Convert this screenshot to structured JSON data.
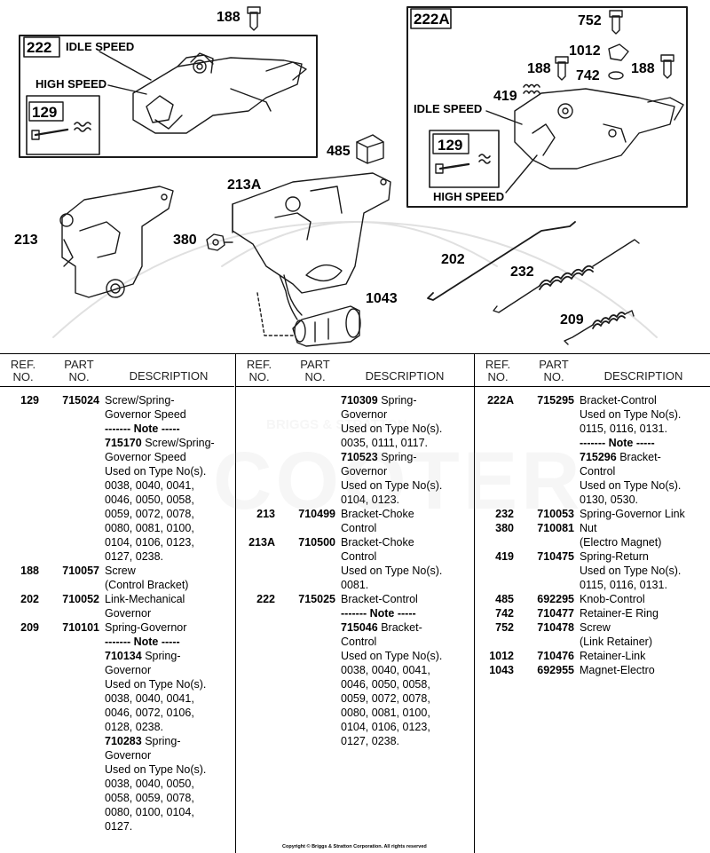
{
  "diagram": {
    "callouts": {
      "c188_top": "188",
      "c222": "222",
      "idle_left": "IDLE SPEED",
      "high_left": "HIGH SPEED",
      "c129_left": "129",
      "c485": "485",
      "c213": "213",
      "c213A": "213A",
      "c380": "380",
      "c1043": "1043",
      "c202": "202",
      "c232": "232",
      "c209": "209",
      "c222A": "222A",
      "c752": "752",
      "c1012": "1012",
      "c188_r1": "188",
      "c742": "742",
      "c188_r2": "188",
      "c419": "419",
      "idle_right": "IDLE SPEED",
      "c129_right": "129",
      "high_right": "HIGH SPEED"
    },
    "colors": {
      "line": "#1a1a1a",
      "fill": "#ffffff",
      "watermark": "#999999"
    }
  },
  "table": {
    "headers": {
      "ref": "REF.\nNO.",
      "part": "PART\nNO.",
      "desc": "DESCRIPTION"
    },
    "columns": [
      [
        {
          "ref": "129",
          "part": "715024",
          "lines": [
            {
              "t": "Screw/Spring-"
            },
            {
              "t": "Governor Speed"
            },
            {
              "t": "------- Note -----",
              "b": true
            },
            {
              "t": "715170 Screw/Spring-",
              "pfx": "715170"
            },
            {
              "t": "Governor Speed"
            },
            {
              "t": "Used on Type No(s)."
            },
            {
              "t": "0038, 0040, 0041,"
            },
            {
              "t": "0046, 0050, 0058,"
            },
            {
              "t": "0059, 0072, 0078,"
            },
            {
              "t": "0080, 0081, 0100,"
            },
            {
              "t": "0104, 0106, 0123,"
            },
            {
              "t": "0127, 0238."
            }
          ]
        },
        {
          "ref": "188",
          "part": "710057",
          "lines": [
            {
              "t": "Screw"
            },
            {
              "t": "(Control Bracket)"
            }
          ]
        },
        {
          "ref": "202",
          "part": "710052",
          "lines": [
            {
              "t": "Link-Mechanical"
            },
            {
              "t": "Governor"
            }
          ]
        },
        {
          "ref": "209",
          "part": "710101",
          "lines": [
            {
              "t": "Spring-Governor"
            },
            {
              "t": "------- Note -----",
              "b": true
            },
            {
              "t": "710134 Spring-",
              "pfx": "710134"
            },
            {
              "t": "Governor"
            },
            {
              "t": "Used on Type No(s)."
            },
            {
              "t": "0038, 0040, 0041,"
            },
            {
              "t": "0046, 0072, 0106,"
            },
            {
              "t": "0128, 0238."
            },
            {
              "t": "710283 Spring-",
              "pfx": "710283"
            },
            {
              "t": "Governor"
            },
            {
              "t": "Used on Type No(s)."
            },
            {
              "t": "0038, 0040, 0050,"
            },
            {
              "t": "0058, 0059, 0078,"
            },
            {
              "t": "0080, 0100, 0104,"
            },
            {
              "t": "0127."
            }
          ]
        }
      ],
      [
        {
          "ref": "",
          "part": "",
          "lines": [
            {
              "t": "710309 Spring-",
              "pfx": "710309"
            },
            {
              "t": "Governor"
            },
            {
              "t": "Used on Type No(s)."
            },
            {
              "t": "0035, 0111, 0117."
            },
            {
              "t": "710523 Spring-",
              "pfx": "710523"
            },
            {
              "t": "Governor"
            },
            {
              "t": "Used on Type No(s)."
            },
            {
              "t": "0104, 0123."
            }
          ]
        },
        {
          "ref": "213",
          "part": "710499",
          "lines": [
            {
              "t": "Bracket-Choke"
            },
            {
              "t": "Control"
            }
          ]
        },
        {
          "ref": "213A",
          "part": "710500",
          "lines": [
            {
              "t": "Bracket-Choke"
            },
            {
              "t": "Control"
            },
            {
              "t": "Used on Type No(s)."
            },
            {
              "t": "0081."
            }
          ]
        },
        {
          "ref": "222",
          "part": "715025",
          "lines": [
            {
              "t": "Bracket-Control"
            },
            {
              "t": "------- Note -----",
              "b": true
            },
            {
              "t": "715046 Bracket-",
              "pfx": "715046"
            },
            {
              "t": "Control"
            },
            {
              "t": "Used on Type No(s)."
            },
            {
              "t": "0038, 0040, 0041,"
            },
            {
              "t": "0046, 0050, 0058,"
            },
            {
              "t": "0059, 0072, 0078,"
            },
            {
              "t": "0080, 0081, 0100,"
            },
            {
              "t": "0104, 0106, 0123,"
            },
            {
              "t": "0127, 0238."
            }
          ]
        }
      ],
      [
        {
          "ref": "222A",
          "part": "715295",
          "lines": [
            {
              "t": "Bracket-Control"
            },
            {
              "t": "Used on Type No(s)."
            },
            {
              "t": "0115, 0116, 0131."
            },
            {
              "t": "------- Note -----",
              "b": true
            },
            {
              "t": "715296 Bracket-",
              "pfx": "715296"
            },
            {
              "t": "Control"
            },
            {
              "t": "Used on Type No(s)."
            },
            {
              "t": "0130, 0530."
            }
          ]
        },
        {
          "ref": "232",
          "part": "710053",
          "lines": [
            {
              "t": "Spring-Governor Link"
            }
          ]
        },
        {
          "ref": "380",
          "part": "710081",
          "lines": [
            {
              "t": "Nut"
            },
            {
              "t": "(Electro Magnet)"
            }
          ]
        },
        {
          "ref": "419",
          "part": "710475",
          "lines": [
            {
              "t": "Spring-Return"
            },
            {
              "t": "Used on Type No(s)."
            },
            {
              "t": "0115, 0116, 0131."
            }
          ]
        },
        {
          "ref": "485",
          "part": "692295",
          "lines": [
            {
              "t": "Knob-Control"
            }
          ]
        },
        {
          "ref": "742",
          "part": "710477",
          "lines": [
            {
              "t": "Retainer-E Ring"
            }
          ]
        },
        {
          "ref": "752",
          "part": "710478",
          "lines": [
            {
              "t": "Screw"
            },
            {
              "t": "(Link Retainer)"
            }
          ]
        },
        {
          "ref": "1012",
          "part": "710476",
          "lines": [
            {
              "t": "Retainer-Link"
            }
          ]
        },
        {
          "ref": "1043",
          "part": "692955",
          "lines": [
            {
              "t": "Magnet-Electro"
            }
          ]
        }
      ]
    ]
  },
  "copyright": "Copyright © Briggs & Stratton Corporation. All rights reserved",
  "watermark": {
    "brand": "BRIGGS & STRATTON",
    "word": "COOTER"
  }
}
